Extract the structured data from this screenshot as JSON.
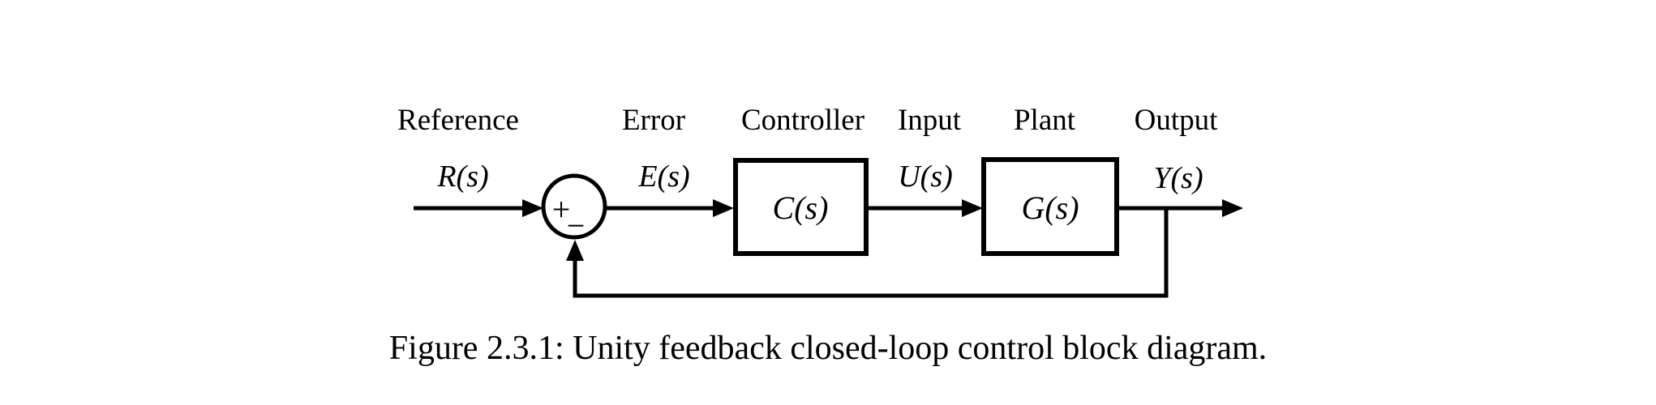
{
  "figure": {
    "caption": "Figure 2.3.1: Unity feedback closed-loop control block diagram."
  },
  "diagram": {
    "type": "block-diagram",
    "stage_labels": [
      {
        "label": "Reference"
      },
      {
        "label": "Error"
      },
      {
        "label": "Controller"
      },
      {
        "label": "Input"
      },
      {
        "label": "Plant"
      },
      {
        "label": "Output"
      }
    ],
    "signals": {
      "reference": "R(s)",
      "error": "E(s)",
      "input": "U(s)",
      "output": "Y(s)"
    },
    "blocks": {
      "controller": "C(s)",
      "plant": "G(s)"
    },
    "summing_junction": {
      "plus": "+",
      "minus": "−"
    },
    "feedback": "unity"
  },
  "colors": {
    "ink": "#000000",
    "background": "#ffffff"
  }
}
